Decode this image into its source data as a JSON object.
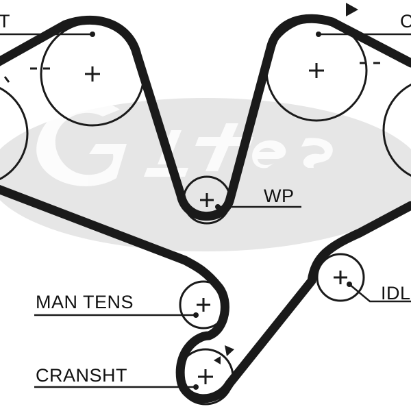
{
  "diagram": {
    "labels": {
      "cam_left": "T",
      "cam_right": "C",
      "water_pump": "WP",
      "manual_tensioner": "MAN TENS",
      "idler": "IDL",
      "crankshaft": "CRANSHT"
    },
    "colors": {
      "belt": "#1a1a1a",
      "outline": "#1a1a1a",
      "watermark": "#e6e6e6",
      "background": "#ffffff"
    }
  }
}
